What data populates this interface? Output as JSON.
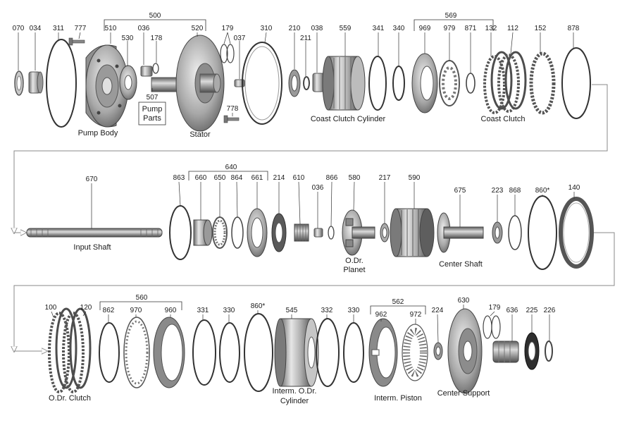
{
  "row1": {
    "parts": [
      {
        "id": "p070",
        "num": "070"
      },
      {
        "id": "p034",
        "num": "034"
      },
      {
        "id": "p311",
        "num": "311"
      },
      {
        "id": "p777",
        "num": "777"
      },
      {
        "id": "p510",
        "num": "510"
      },
      {
        "id": "p530",
        "num": "530"
      },
      {
        "id": "p036a",
        "num": "036"
      },
      {
        "id": "p178",
        "num": "178"
      },
      {
        "id": "p520",
        "num": "520"
      },
      {
        "id": "p179a",
        "num": "179"
      },
      {
        "id": "p037",
        "num": "037"
      },
      {
        "id": "p778",
        "num": "778"
      },
      {
        "id": "p310",
        "num": "310"
      },
      {
        "id": "p210",
        "num": "210"
      },
      {
        "id": "p211",
        "num": "211"
      },
      {
        "id": "p038",
        "num": "038"
      },
      {
        "id": "p559",
        "num": "559"
      },
      {
        "id": "p341",
        "num": "341"
      },
      {
        "id": "p340",
        "num": "340"
      },
      {
        "id": "p969",
        "num": "969"
      },
      {
        "id": "p979",
        "num": "979"
      },
      {
        "id": "p871",
        "num": "871"
      },
      {
        "id": "p132",
        "num": "132"
      },
      {
        "id": "p112",
        "num": "112"
      },
      {
        "id": "p152",
        "num": "152"
      },
      {
        "id": "p878",
        "num": "878"
      }
    ],
    "groups": [
      {
        "id": "g500",
        "num": "500"
      },
      {
        "id": "g569",
        "num": "569"
      }
    ],
    "labels": {
      "pump_body": "Pump Body",
      "stator": "Stator",
      "coast_clutch_cylinder": "Coast Clutch Cylinder",
      "coast_clutch": "Coast Clutch",
      "pump_parts_num": "507",
      "pump_parts_line1": "Pump",
      "pump_parts_line2": "Parts"
    }
  },
  "row2": {
    "parts": [
      {
        "id": "p670",
        "num": "670"
      },
      {
        "id": "p863",
        "num": "863"
      },
      {
        "id": "p660",
        "num": "660"
      },
      {
        "id": "p650",
        "num": "650"
      },
      {
        "id": "p864",
        "num": "864"
      },
      {
        "id": "p661",
        "num": "661"
      },
      {
        "id": "p214",
        "num": "214"
      },
      {
        "id": "p610",
        "num": "610"
      },
      {
        "id": "p036b",
        "num": "036"
      },
      {
        "id": "p866",
        "num": "866"
      },
      {
        "id": "p580",
        "num": "580"
      },
      {
        "id": "p217",
        "num": "217"
      },
      {
        "id": "p590",
        "num": "590"
      },
      {
        "id": "p675",
        "num": "675"
      },
      {
        "id": "p223",
        "num": "223"
      },
      {
        "id": "p868",
        "num": "868"
      },
      {
        "id": "p860a",
        "num": "860*"
      },
      {
        "id": "p140",
        "num": "140"
      }
    ],
    "groups": [
      {
        "id": "g640",
        "num": "640"
      }
    ],
    "labels": {
      "input_shaft": "Input Shaft",
      "od_planet_line1": "O.Dr.",
      "od_planet_line2": "Planet",
      "center_shaft": "Center Shaft"
    }
  },
  "row3": {
    "parts": [
      {
        "id": "p100",
        "num": "100"
      },
      {
        "id": "p120",
        "num": "120"
      },
      {
        "id": "p862",
        "num": "862"
      },
      {
        "id": "p970",
        "num": "970"
      },
      {
        "id": "p960",
        "num": "960"
      },
      {
        "id": "p331",
        "num": "331"
      },
      {
        "id": "p330a",
        "num": "330"
      },
      {
        "id": "p860b",
        "num": "860*"
      },
      {
        "id": "p545",
        "num": "545"
      },
      {
        "id": "p332",
        "num": "332"
      },
      {
        "id": "p330b",
        "num": "330"
      },
      {
        "id": "p962",
        "num": "962"
      },
      {
        "id": "p972",
        "num": "972"
      },
      {
        "id": "p224",
        "num": "224"
      },
      {
        "id": "p630",
        "num": "630"
      },
      {
        "id": "p179b",
        "num": "179"
      },
      {
        "id": "p636",
        "num": "636"
      },
      {
        "id": "p225",
        "num": "225"
      },
      {
        "id": "p226",
        "num": "226"
      }
    ],
    "groups": [
      {
        "id": "g560",
        "num": "560"
      },
      {
        "id": "g562",
        "num": "562"
      }
    ],
    "labels": {
      "od_clutch": "O.Dr. Clutch",
      "interm_cyl_line1": "Interm. O.Dr.",
      "interm_cyl_line2": "Cylinder",
      "interm_piston": "Interm. Piston",
      "center_support": "Center Support"
    }
  },
  "colors": {
    "metal_dark": "#555555",
    "metal_mid": "#8a8a8a",
    "metal_light": "#c8c8c8",
    "seal_rim": "#6a6a6a",
    "friction": "#7a6a58",
    "flow_arrow": "#888888",
    "text": "#1a1a1a"
  }
}
